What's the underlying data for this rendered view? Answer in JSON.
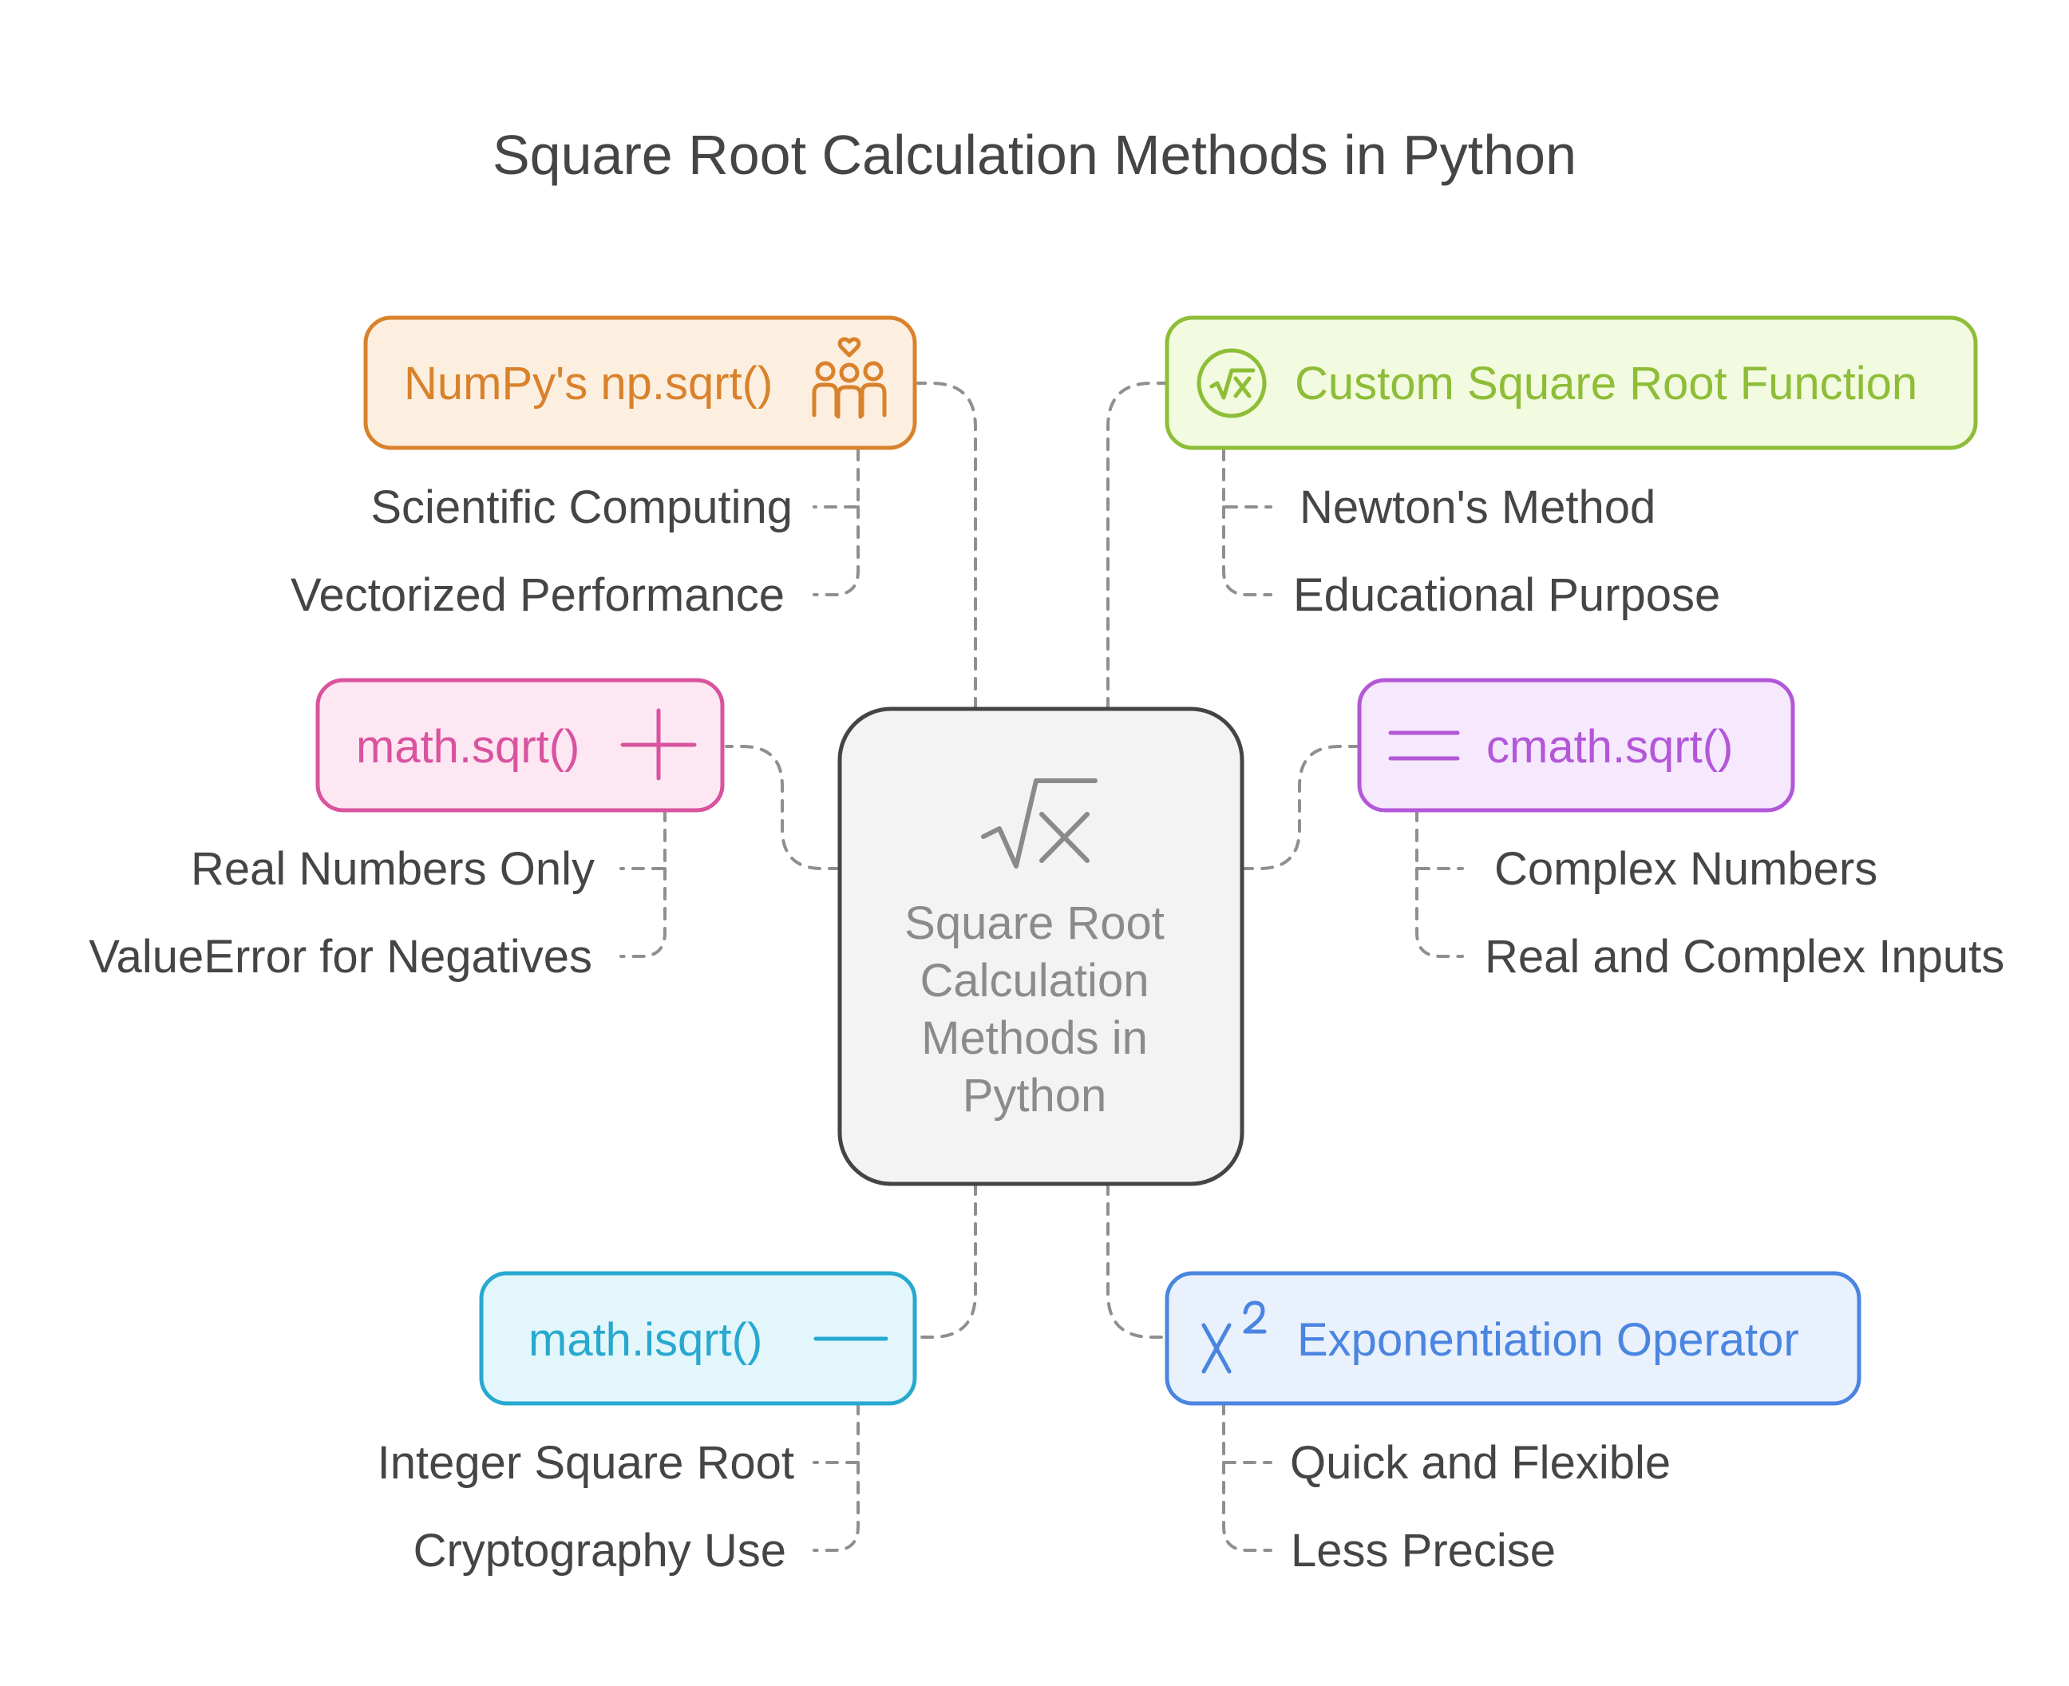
{
  "title": "Square Root Calculation Methods in Python",
  "center": {
    "lines": [
      "Square Root",
      "Calculation",
      "Methods in",
      "Python"
    ],
    "icon": "square-root-icon"
  },
  "nodes": {
    "numpy": {
      "label": "NumPy's np.sqrt()",
      "icon": "people-group-icon",
      "color": "#d9822b",
      "fill": "#fdefe0",
      "items": [
        "Scientific Computing",
        "Vectorized Performance"
      ]
    },
    "custom": {
      "label": "Custom Square Root Function",
      "icon": "square-root-circle-icon",
      "color": "#8ebd37",
      "fill": "#f2fbdf",
      "items": [
        "Newton's Method",
        "Educational Purpose"
      ]
    },
    "math_sqrt": {
      "label": "math.sqrt()",
      "icon": "plus-icon",
      "color": "#d9539e",
      "fill": "#fde7f3",
      "items": [
        "Real Numbers Only",
        "ValueError for Negatives"
      ]
    },
    "cmath_sqrt": {
      "label": "cmath.sqrt()",
      "icon": "equals-icon",
      "color": "#b357d9",
      "fill": "#f6e8fd",
      "items": [
        "Complex Numbers",
        "Real and Complex Inputs"
      ]
    },
    "math_isqrt": {
      "label": "math.isqrt()",
      "icon": "minus-icon",
      "color": "#27a9cf",
      "fill": "#e3f6fc",
      "items": [
        "Integer Square Root",
        "Cryptography Use"
      ]
    },
    "exponent": {
      "label": "Exponentiation Operator",
      "icon": "x-squared-icon",
      "color": "#4a85e0",
      "fill": "#e9f1fd",
      "items": [
        "Quick and Flexible",
        "Less Precise"
      ]
    }
  }
}
